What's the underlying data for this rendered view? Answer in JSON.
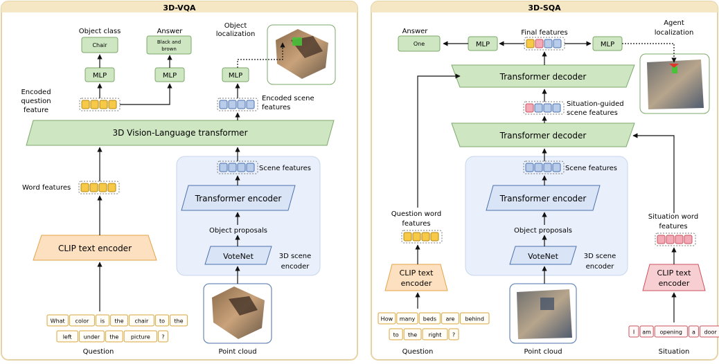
{
  "left": {
    "title": "3D-VQA",
    "object_class_label": "Object class",
    "object_class_value": "Chair",
    "answer_label": "Answer",
    "answer_value_line1": "Black and",
    "answer_value_line2": "brown",
    "object_localization_line1": "Object",
    "object_localization_line2": "localization",
    "mlp": "MLP",
    "encoded_question_line1": "Encoded",
    "encoded_question_line2": "question",
    "encoded_question_line3": "feature",
    "encoded_scene_line1": "Encoded scene",
    "encoded_scene_line2": "features",
    "vl_transformer": "3D Vision-Language transformer",
    "word_features": "Word features",
    "scene_features": "Scene features",
    "transformer_encoder": "Transformer encoder",
    "object_proposals": "Object proposals",
    "votenet": "VoteNet",
    "scene_encoder_line1": "3D scene",
    "scene_encoder_line2": "encoder",
    "clip_text_encoder": "CLIP text encoder",
    "question_words_row1": [
      "What",
      "color",
      "is",
      "the",
      "chair",
      "to",
      "the"
    ],
    "question_words_row2": [
      "left",
      "under",
      "the",
      "picture",
      "?"
    ],
    "question_label": "Question",
    "point_cloud_label": "Point cloud"
  },
  "right": {
    "title": "3D-SQA",
    "answer_label": "Answer",
    "answer_value": "One",
    "final_features": "Final features",
    "agent_localization_line1": "Agent",
    "agent_localization_line2": "localization",
    "mlp": "MLP",
    "transformer_decoder": "Transformer decoder",
    "situation_guided_line1": "Situation-guided",
    "situation_guided_line2": "scene features",
    "scene_features": "Scene features",
    "transformer_encoder": "Transformer encoder",
    "object_proposals": "Object proposals",
    "votenet": "VoteNet",
    "scene_encoder_line1": "3D scene",
    "scene_encoder_line2": "encoder",
    "question_word_line1": "Question word",
    "question_word_line2": "features",
    "situation_word_line1": "Situation word",
    "situation_word_line2": "features",
    "clip_line1": "CLIP text",
    "clip_line2": "encoder",
    "question_words_row1": [
      "How",
      "many",
      "beds",
      "are",
      "behind"
    ],
    "question_words_row2": [
      "to",
      "the",
      "right",
      "?"
    ],
    "situation_words": [
      "I",
      "am",
      "opening",
      "a",
      "door"
    ],
    "question_label": "Question",
    "point_cloud_label": "Point cloud",
    "situation_label": "Situation"
  },
  "colors": {
    "panel_border": "#e7d2a6",
    "panel_header": "#f6e7c4",
    "green_fill": "#cfe6c2",
    "green_stroke": "#7aa868",
    "blue_fill": "#d9e5f6",
    "blue_stroke": "#4a6fae",
    "orange_fill": "#fde0bf",
    "orange_stroke": "#e2a347",
    "red_fill": "#f7cfd2",
    "red_stroke": "#c8525d",
    "yellow_token": "#f7c948",
    "blue_token": "#b9cdeb",
    "pink_token": "#f2aab6"
  }
}
